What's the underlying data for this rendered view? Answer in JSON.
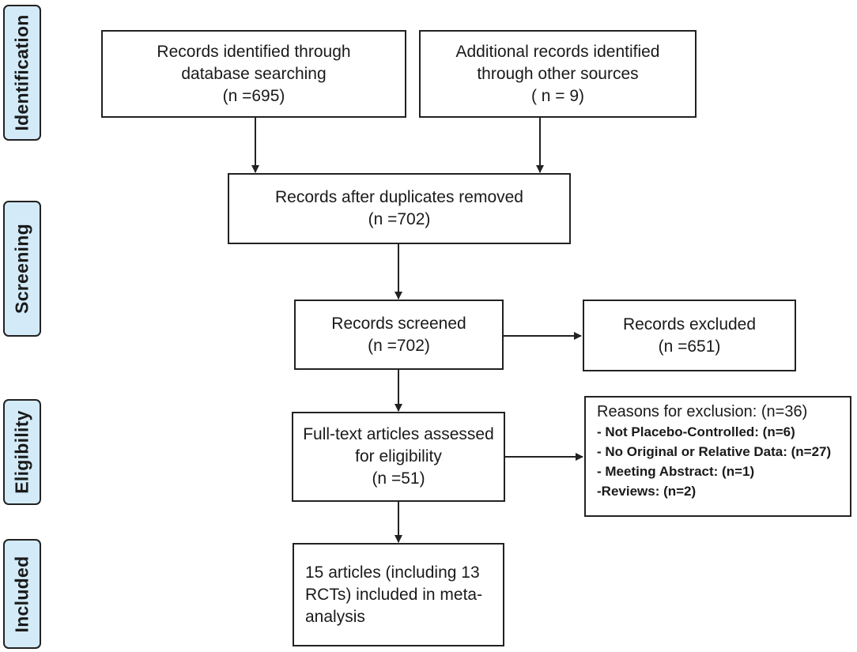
{
  "stages": {
    "identification": "Identification",
    "screening": "Screening",
    "eligibility": "Eligibility",
    "included": "Included"
  },
  "boxes": {
    "database": {
      "line1": "Records identified through",
      "line2": "database searching",
      "line3": "(n =695)"
    },
    "other_sources": {
      "line1": "Additional records identified",
      "line2": "through other sources",
      "line3": "( n = 9)"
    },
    "after_duplicates": {
      "line1": "Records after duplicates removed",
      "line2": "(n =702)"
    },
    "screened": {
      "line1": "Records screened",
      "line2": "(n =702)"
    },
    "excluded": {
      "line1": "Records excluded",
      "line2": "(n =651)"
    },
    "full_text": {
      "line1": "Full-text articles assessed",
      "line2": "for eligibility",
      "line3": "(n =51)"
    },
    "reasons": {
      "title": "Reasons for exclusion: (n=36)",
      "items": [
        "- Not Placebo-Controlled: (n=6)",
        "- No Original or Relative Data: (n=27)",
        "- Meeting Abstract: (n=1)",
        "-Reviews: (n=2)"
      ]
    },
    "included": {
      "line1": "15 articles (including 13",
      "line2": "RCTs) included in meta-",
      "line3": "analysis"
    }
  }
}
